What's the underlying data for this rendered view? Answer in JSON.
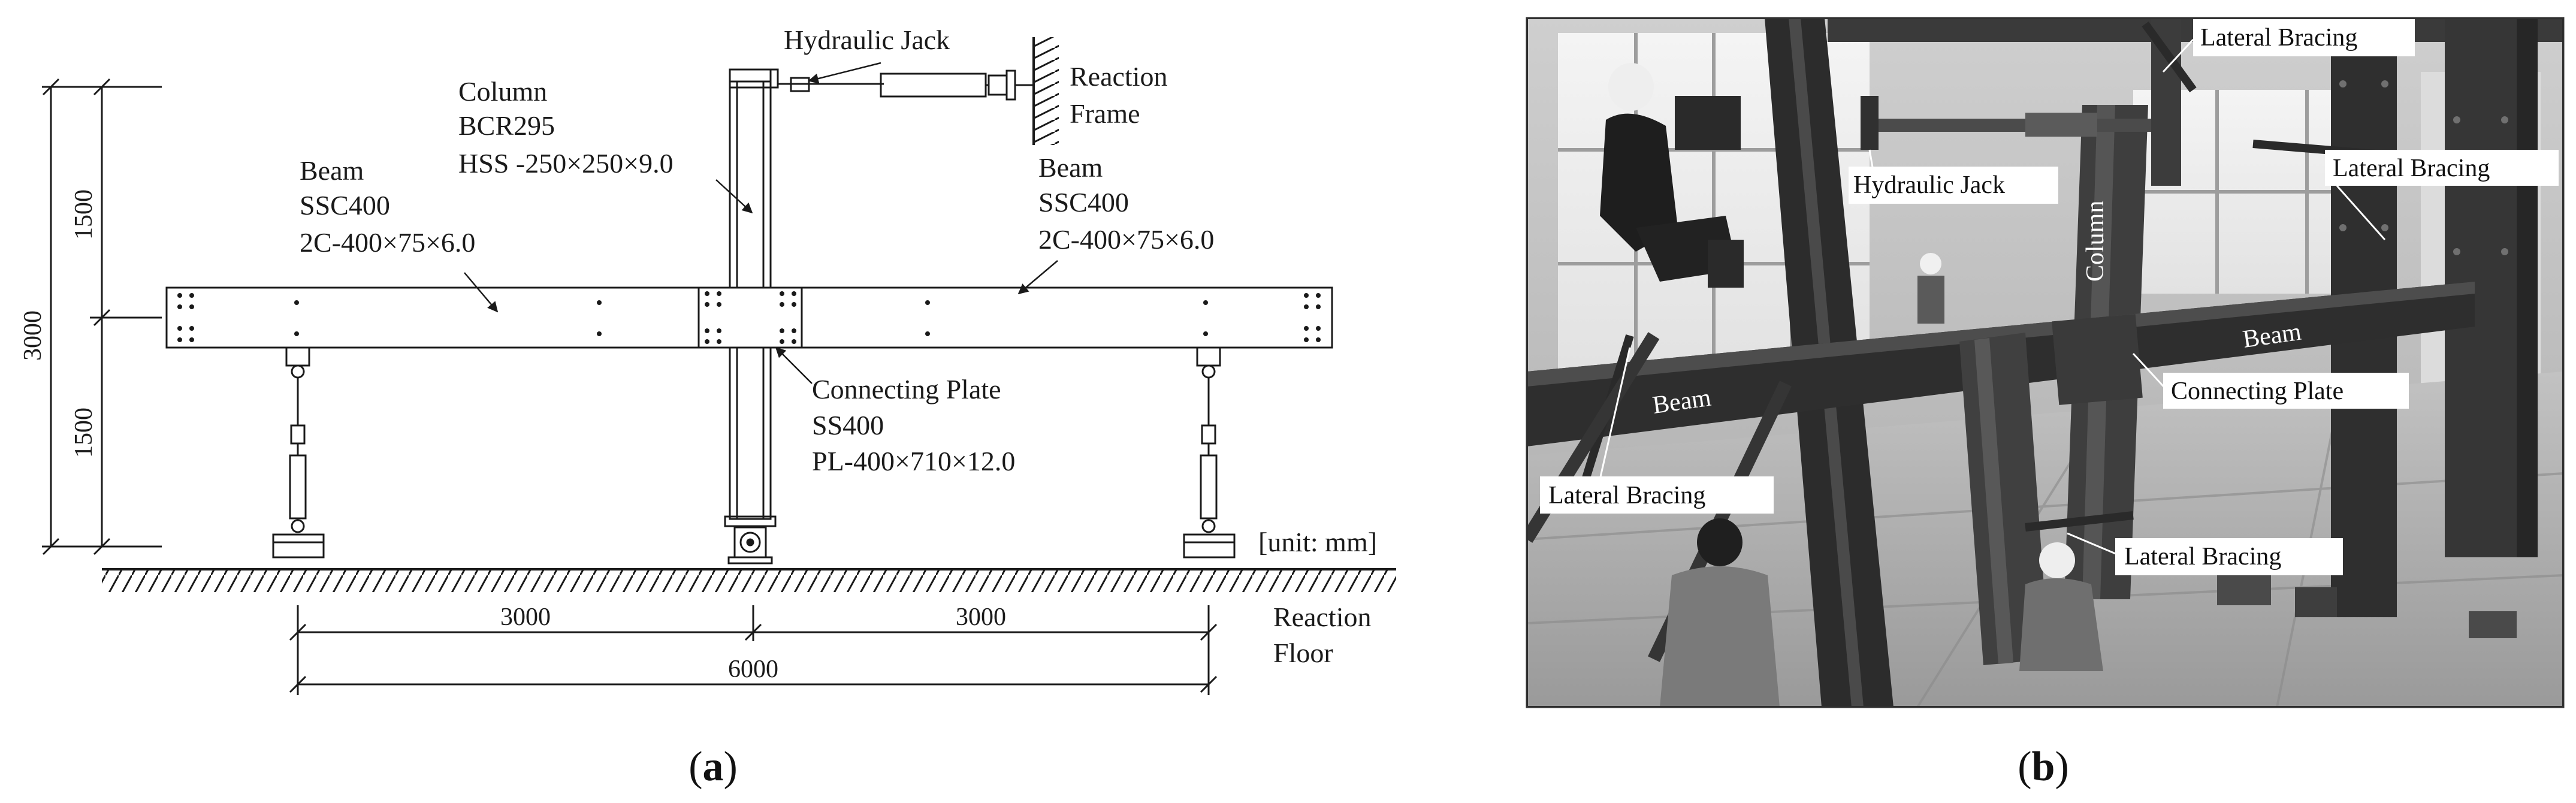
{
  "panel_a": {
    "labels": {
      "hydraulic_jack": "Hydraulic Jack",
      "reaction_frame_1": "Reaction",
      "reaction_frame_2": "Frame",
      "column_1": "Column",
      "column_2": "BCR295",
      "column_3": "HSS -250×250×9.0",
      "beam_left_1": "Beam",
      "beam_left_2": "SSC400",
      "beam_left_3": "2C-400×75×6.0",
      "beam_right_1": "Beam",
      "beam_right_2": "SSC400",
      "beam_right_3": "2C-400×75×6.0",
      "plate_1": "Connecting Plate",
      "plate_2": "SS400",
      "plate_3": "PL-400×710×12.0",
      "unit": "[unit: mm]",
      "floor_1": "Reaction",
      "floor_2": "Floor"
    },
    "dimensions": {
      "height_total": "3000",
      "height_upper": "1500",
      "height_lower": "1500",
      "span_left": "3000",
      "span_right": "3000",
      "span_total": "6000"
    },
    "caption_open": "(",
    "caption_letter": "a",
    "caption_close": ")"
  },
  "panel_b": {
    "labels": {
      "lateral_bracing_top": "Lateral Bracing",
      "lateral_bracing_right": "Lateral Bracing",
      "hydraulic_jack": "Hydraulic Jack",
      "column": "Column",
      "beam_right": "Beam",
      "beam_left": "Beam",
      "connecting_plate": "Connecting Plate",
      "lateral_bracing_left": "Lateral Bracing",
      "lateral_bracing_bottom": "Lateral Bracing"
    },
    "caption_open": "(",
    "caption_letter": "b",
    "caption_close": ")"
  }
}
